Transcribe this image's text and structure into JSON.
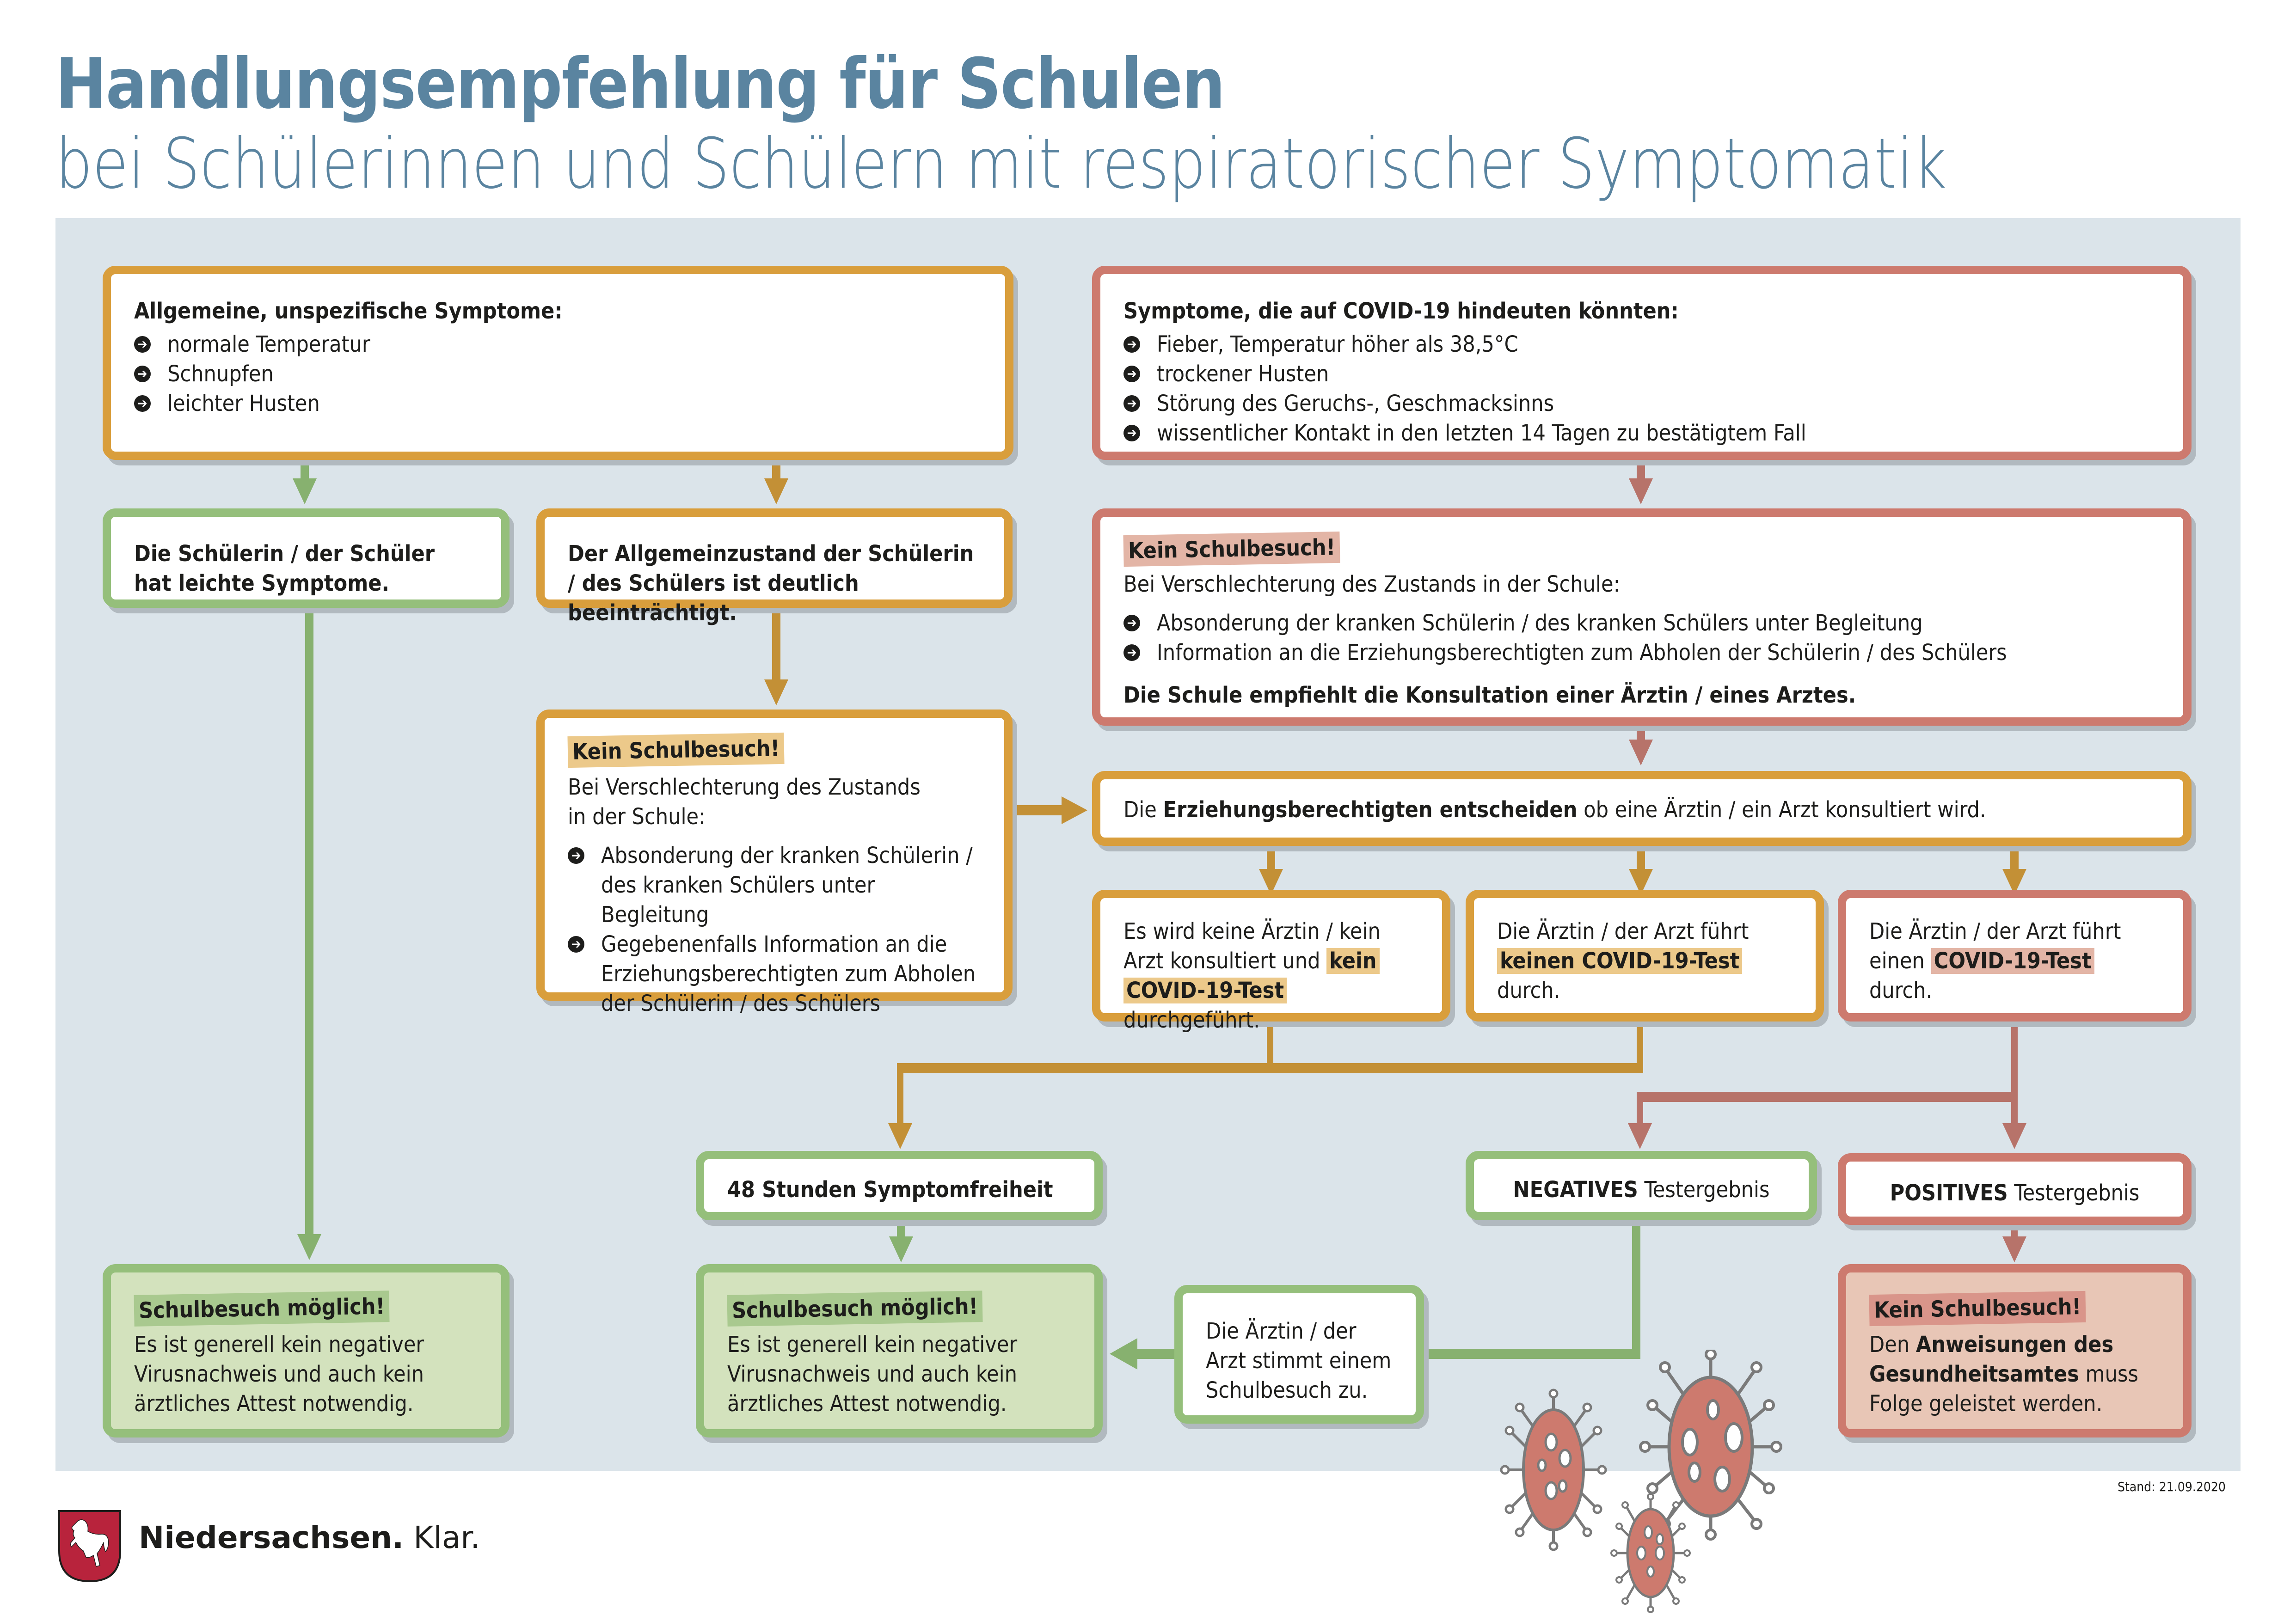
{
  "header": {
    "title": "Handlungsempfehlung für Schulen",
    "subtitle": "bei Schülerinnen und Schülern mit respiratorischer Symptomatik"
  },
  "colors": {
    "title": "#5a84a0",
    "panel_bg": "#dbe4ea",
    "orange": "#d99e3c",
    "red": "#cd7a6e",
    "green": "#95bf7b"
  },
  "general_symptoms": {
    "heading": "Allgemeine, unspezifische Symptome:",
    "items": [
      "normale Temperatur",
      "Schnupfen",
      "leichter Husten"
    ]
  },
  "covid_symptoms": {
    "heading": "Symptome, die auf COVID-19 hindeuten könnten:",
    "items": [
      "Fieber, Temperatur höher als 38,5°C",
      "trockener Husten",
      "Störung des Geruchs-, Geschmacksinns",
      "wissentlicher Kontakt in den letzten 14 Tagen zu bestätigtem Fall"
    ]
  },
  "mild_symptoms": {
    "text": "Die Schülerin / der Schüler hat leichte Symptome."
  },
  "impaired_condition": {
    "text": "Der Allgemeinzustand der Schülerin / des Schülers ist deutlich beeinträchtigt."
  },
  "no_school_orange": {
    "badge": "Kein Schulbesuch!",
    "intro": "Bei Verschlechterung des Zustands in der Schule:",
    "items": [
      "Absonderung der kranken Schülerin / des kranken Schülers unter Begleitung",
      "Gegebenenfalls Information an die Erziehungsberechtigten zum Abholen der Schülerin / des Schülers"
    ]
  },
  "no_school_red": {
    "badge": "Kein Schulbesuch!",
    "intro": "Bei Verschlechterung des Zustands in der Schule:",
    "items": [
      "Absonderung der kranken Schülerin / des kranken Schülers unter Begleitung",
      "Information an die Erziehungsberechtigten zum Abholen der Schülerin / des Schülers"
    ],
    "recommendation": "Die Schule empfiehlt die Konsultation einer Ärztin / eines Arztes."
  },
  "parents_decide": {
    "pre": "Die ",
    "bold": "Erziehungsberechtigten entscheiden",
    "post": " ob eine Ärztin / ein Arzt konsultiert wird."
  },
  "option_no_doctor": {
    "pre": "Es wird keine Ärztin / kein Arzt konsultiert und ",
    "hl1": "kein",
    "hl2": "COVID-19-Test",
    "post": " durchgeführt."
  },
  "option_no_test": {
    "pre": "Die Ärztin / der Arzt führt ",
    "hl": "keinen COVID-19-Test",
    "post": " durch."
  },
  "option_test": {
    "pre": "Die Ärztin / der Arzt führt einen ",
    "hl": "COVID-19-Test",
    "post": " durch."
  },
  "symptom_free": {
    "text": "48 Stunden Symptomfreiheit"
  },
  "negative_result": {
    "bold": "NEGATIVES",
    "text": " Testergebnis"
  },
  "positive_result": {
    "bold": "POSITIVES",
    "text": " Testergebnis"
  },
  "school_possible_1": {
    "badge": "Schulbesuch möglich!",
    "text": "Es ist generell kein negativer Virusnachweis und auch kein ärztliches Attest notwendig."
  },
  "school_possible_2": {
    "badge": "Schulbesuch möglich!",
    "text": "Es ist generell kein negativer Virusnachweis und auch kein ärztliches Attest notwendig."
  },
  "doctor_approves": {
    "text": "Die Ärztin / der Arzt stimmt einem Schulbesuch zu."
  },
  "no_school_final": {
    "badge": "Kein Schulbesuch!",
    "pre": "Den ",
    "bold": "Anweisungen des Gesundheitsamtes",
    "post": " muss Folge geleistet werden."
  },
  "footer": {
    "stand": "Stand: 21.09.2020",
    "brand_bold": "Niedersachsen.",
    "brand_light": " Klar."
  },
  "icons": {
    "bullet": "arrow-circle-right-icon",
    "logo": "lower-saxony-horse-crest-icon",
    "decoration": "coronavirus-icon"
  }
}
